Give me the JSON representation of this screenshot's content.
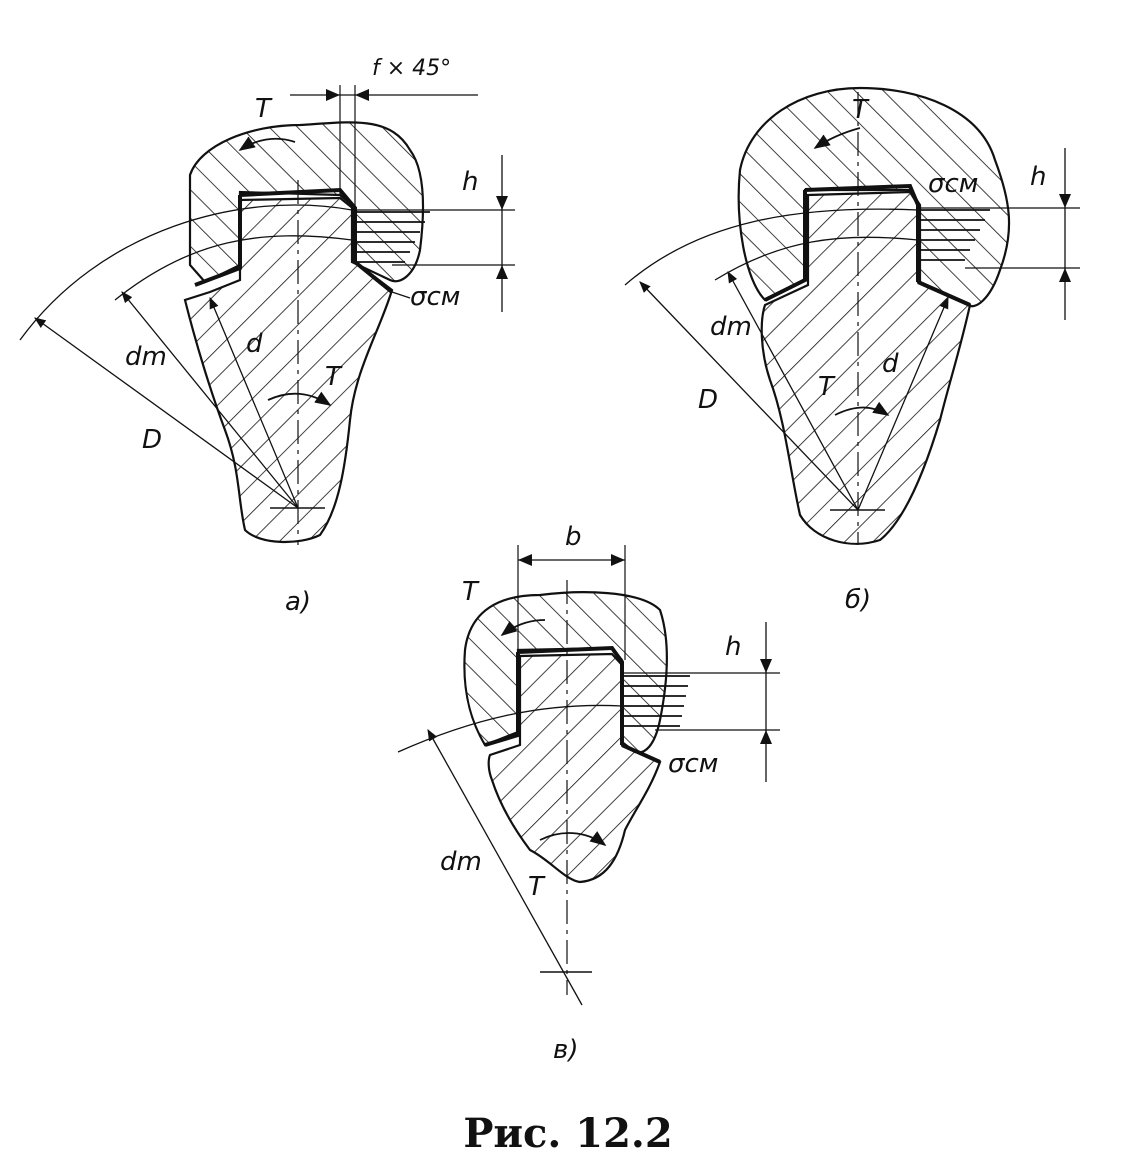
{
  "caption": "Рис. 12.2",
  "colors": {
    "ink": "#111111",
    "paper": "#ffffff"
  },
  "panels": [
    {
      "id": "a",
      "label": "а)",
      "symbols": {
        "torque_top": "T",
        "torque_bottom": "T",
        "chamfer": "f × 45°",
        "height": "h",
        "stress": "σсм",
        "d_mean": "dm",
        "d": "d",
        "D": "D"
      }
    },
    {
      "id": "b",
      "label": "б)",
      "symbols": {
        "torque_top": "T",
        "torque_bottom": "T",
        "height": "h",
        "stress": "σсм",
        "d_mean": "dm",
        "d": "d",
        "D": "D"
      }
    },
    {
      "id": "v",
      "label": "в)",
      "symbols": {
        "torque_top": "T",
        "torque_bottom": "T",
        "width": "b",
        "height": "h",
        "stress": "σсм",
        "d_mean": "dm"
      }
    }
  ]
}
